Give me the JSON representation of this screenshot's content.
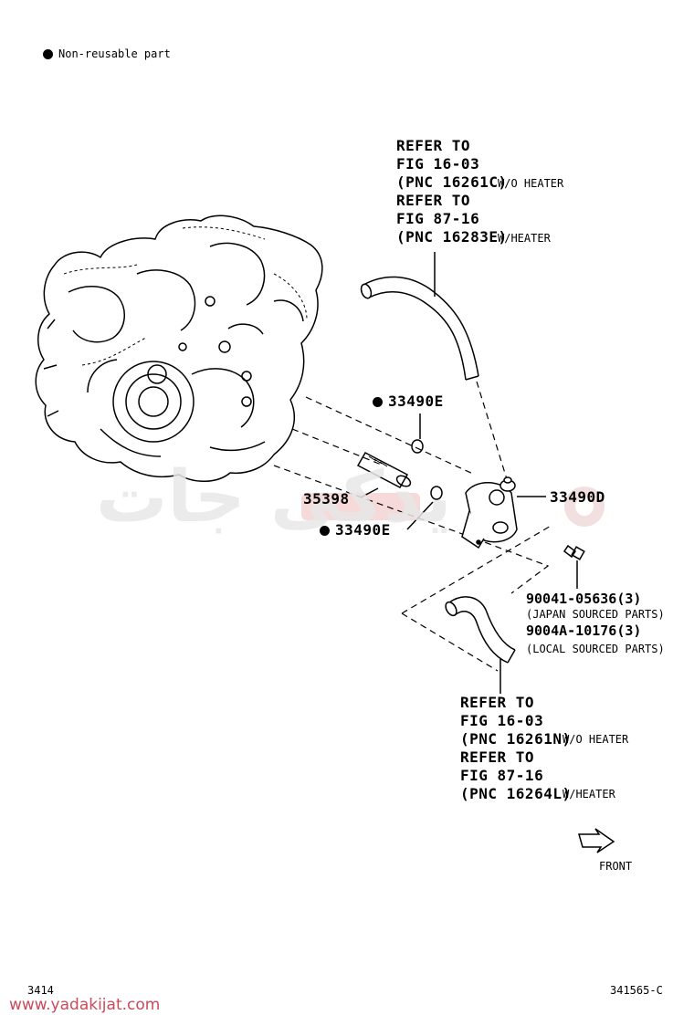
{
  "legend": {
    "text": "Non-reusable part",
    "symbol": "filled-circle"
  },
  "refer_top": {
    "lines": [
      "REFER TO",
      "FIG 16-03",
      "(PNC 16261C)",
      "REFER TO",
      "FIG 87-16",
      "(PNC 16283E)"
    ],
    "note1": "W/O HEATER",
    "note2": "W/HEATER"
  },
  "refer_bottom": {
    "lines": [
      "REFER TO",
      "FIG 16-03",
      "(PNC 16261N)",
      "REFER TO",
      "FIG 87-16",
      "(PNC 16264L)"
    ],
    "note1": "W/O HEATER",
    "note2": "W/HEATER"
  },
  "parts": {
    "p1": "33490E",
    "p2": "35398",
    "p3": "33490E",
    "p4": "33490D",
    "p5": "90041-05636(3)",
    "p5_note": "(JAPAN SOURCED PARTS)",
    "p6": "9004A-10176(3)",
    "p6_note": "(LOCAL SOURCED PARTS)"
  },
  "front_label": "FRONT",
  "page_left": "3414",
  "page_right": "341565-C",
  "site": "www.yadakijat.com",
  "watermark_text": "یدکی جات",
  "colors": {
    "watermark": "#e9e9e9",
    "watermark_accent": "#f5d0d0",
    "link": "#c94a5a"
  }
}
